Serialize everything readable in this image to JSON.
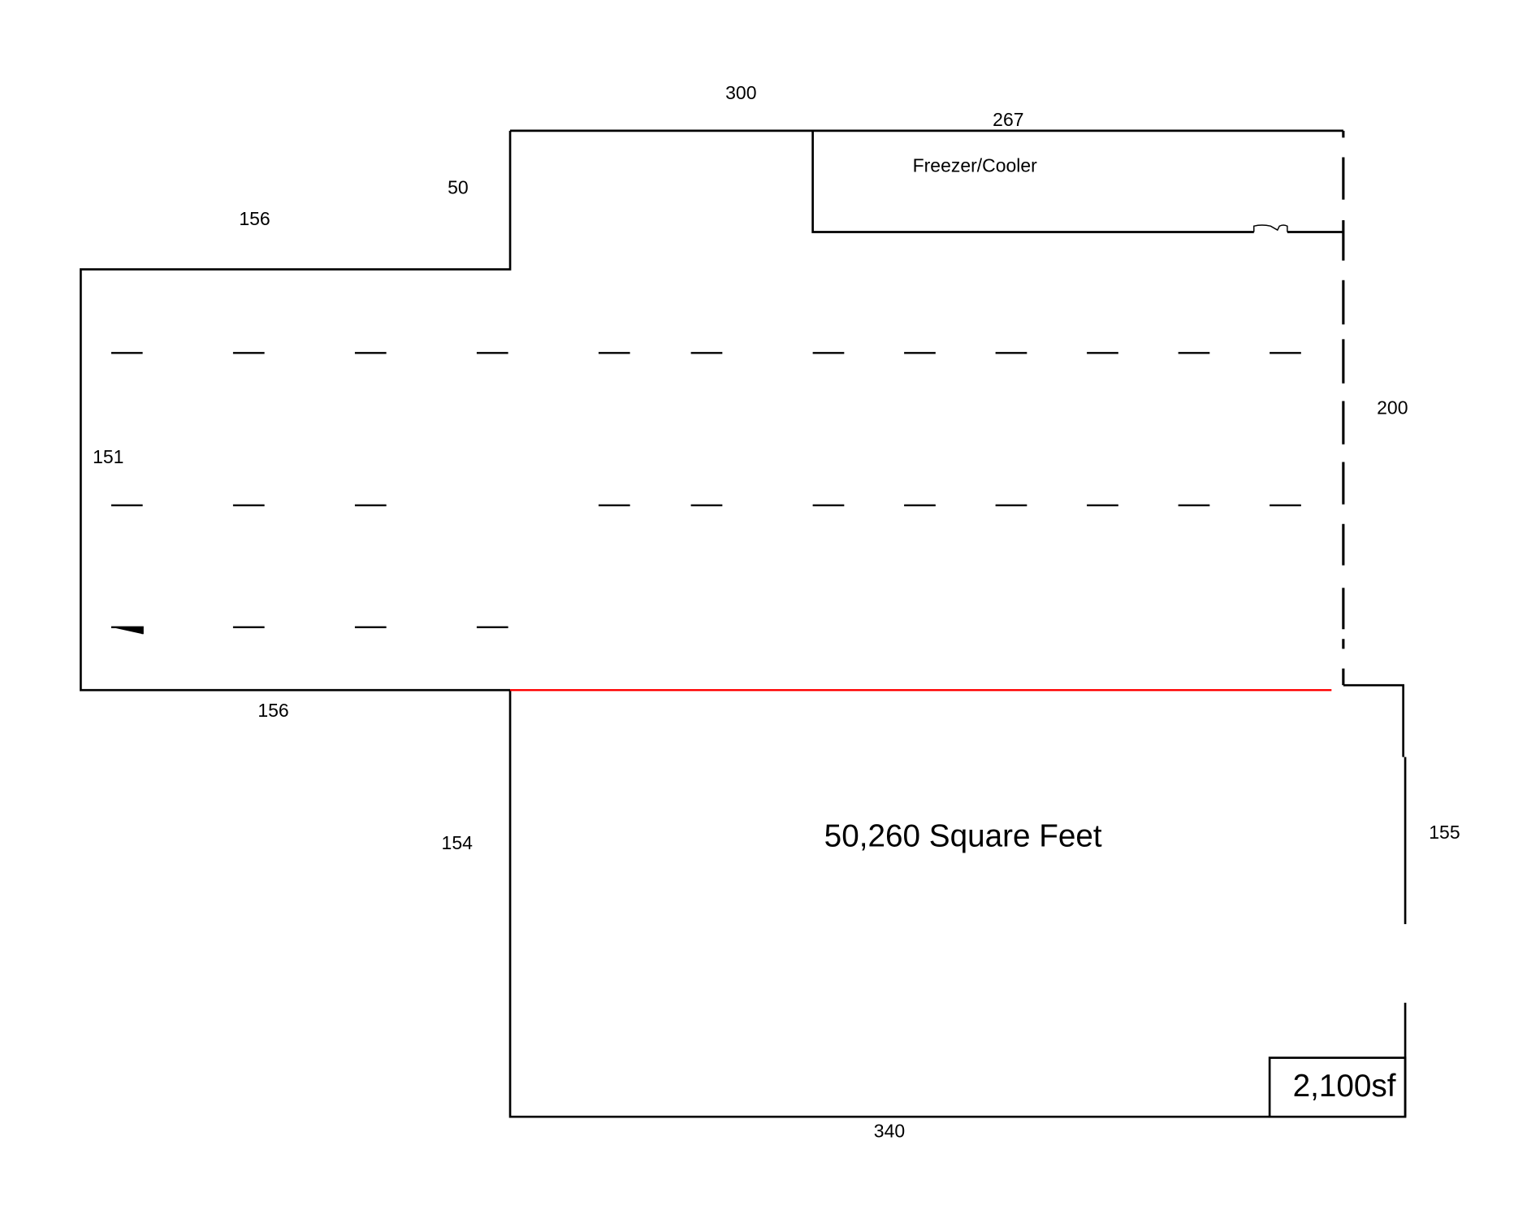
{
  "dimensions": {
    "top_upper": "300",
    "freezer_top": "267",
    "left_upper_top": "156",
    "step_height": "50",
    "left_side": "151",
    "right_upper": "200",
    "left_lower_bottom": "156",
    "lower_left_side": "154",
    "lower_right_side": "155",
    "bottom": "340"
  },
  "labels": {
    "freezer": "Freezer/Cooler",
    "total_area": "50,260 Square Feet",
    "office_area": "2,100sf"
  },
  "colors": {
    "walls": "#000000",
    "divider": "#ff0000"
  }
}
